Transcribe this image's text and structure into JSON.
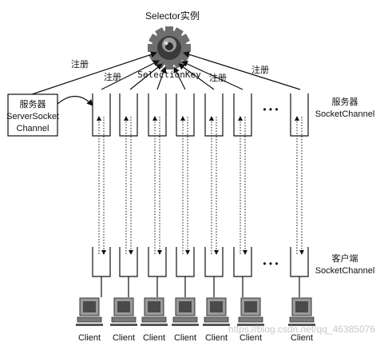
{
  "selector": {
    "title": "Selector实例",
    "key_label": "SelectionKey"
  },
  "register_label": "注册",
  "server": {
    "line1": "服务器",
    "line2": "ServerSocket",
    "line3": "Channel"
  },
  "socket_label": {
    "line1": "服务器",
    "line2": "SocketChannel"
  },
  "client_label": {
    "line1": "客户端",
    "line2": "SocketChannel"
  },
  "ellipsis": "• • •",
  "clients": [
    "Client",
    "Client",
    "Client",
    "Client",
    "Client",
    "Client",
    "Client"
  ],
  "watermark": "https://blog.csdn.net/qq_46385076",
  "colors": {
    "line": "#111111",
    "gear_outer": "#6e6e6e",
    "gear_inner": "#3a3a3a",
    "watermark": "#c8c8c8"
  }
}
